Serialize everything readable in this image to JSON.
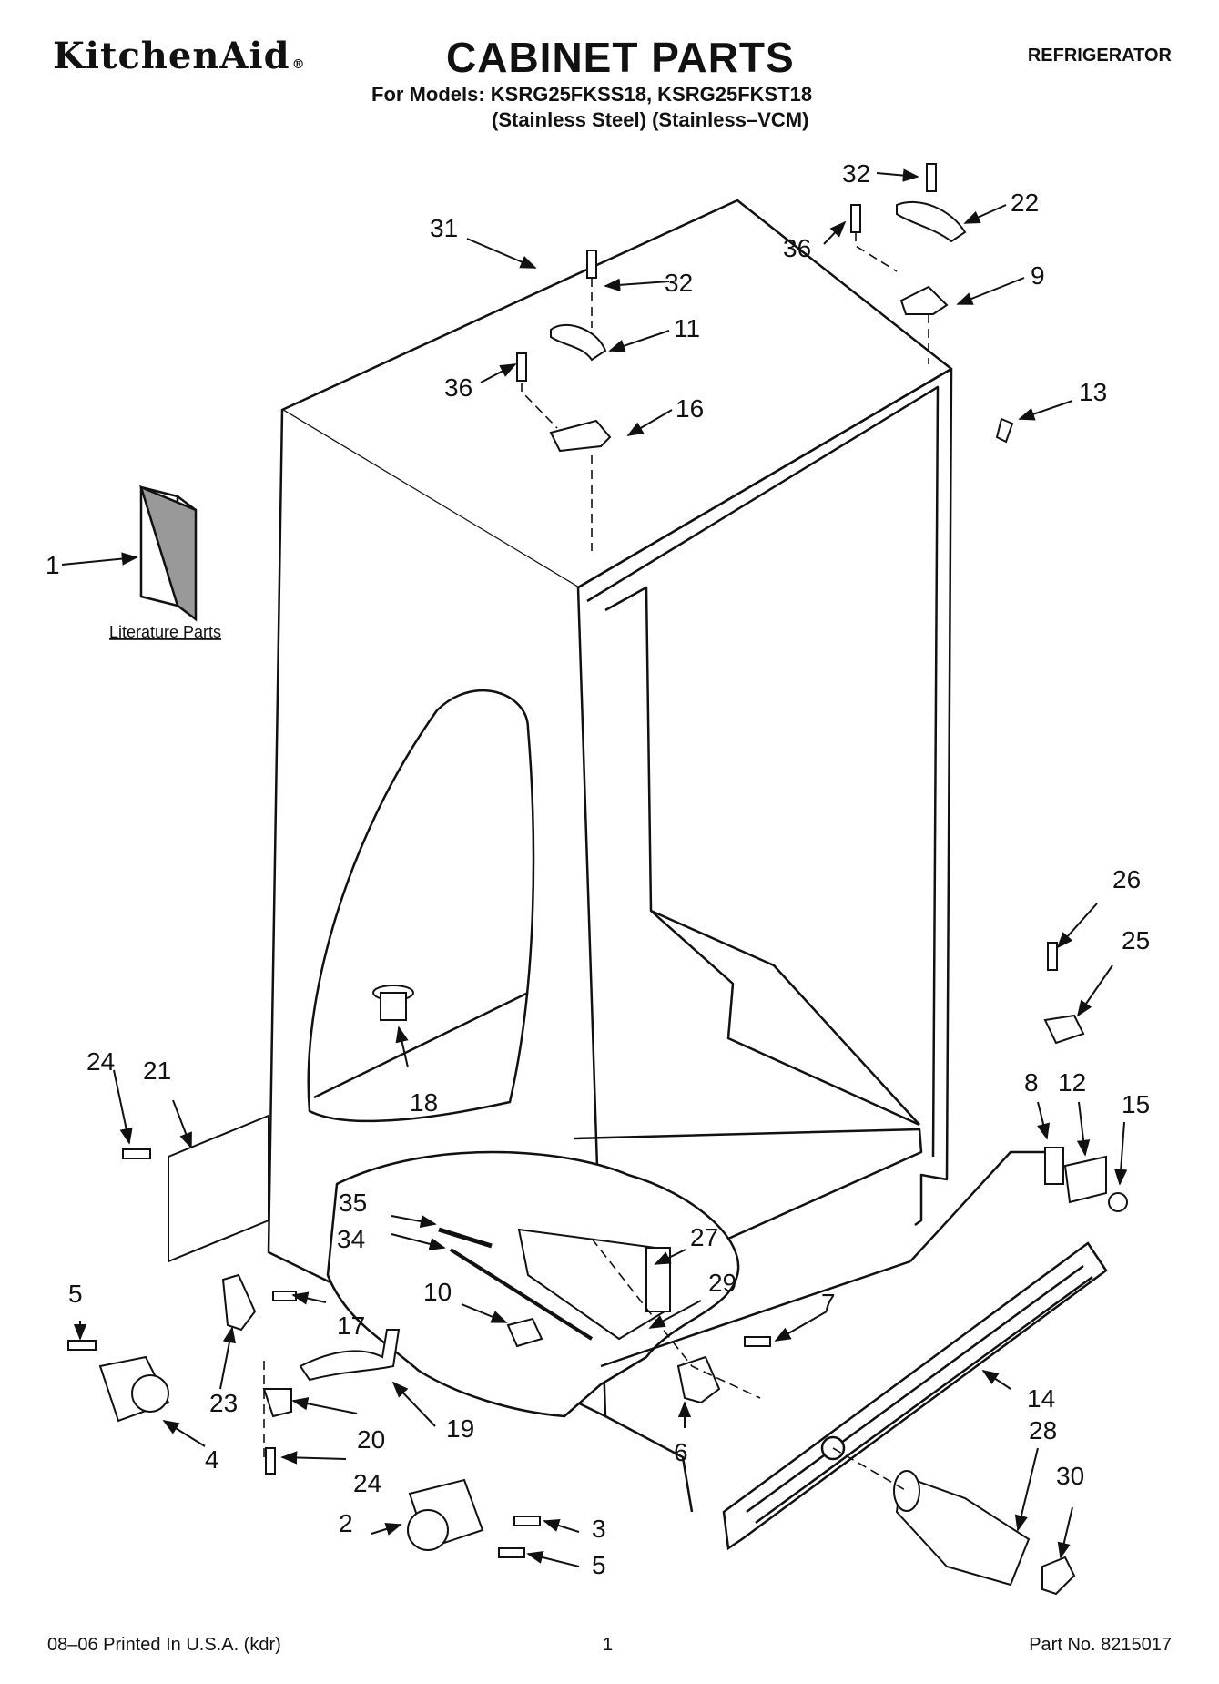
{
  "header": {
    "brand": "KitchenAid",
    "brand_mark": "®",
    "title": "CABINET PARTS",
    "category": "REFRIGERATOR",
    "models_line": "For Models: KSRG25FKSS18, KSRG25FKST18",
    "finish_line": "(Stainless Steel)   (Stainless–VCM)"
  },
  "diagram": {
    "literature_label": "Literature Parts",
    "callouts": {
      "c1": "1",
      "c2": "2",
      "c3": "3",
      "c4": "4",
      "c5a": "5",
      "c5b": "5",
      "c6": "6",
      "c7": "7",
      "c8": "8",
      "c9": "9",
      "c10": "10",
      "c11": "11",
      "c12": "12",
      "c13": "13",
      "c14": "14",
      "c15": "15",
      "c16": "16",
      "c17": "17",
      "c18": "18",
      "c19": "19",
      "c20": "20",
      "c21": "21",
      "c22": "22",
      "c23": "23",
      "c24a": "24",
      "c24b": "24",
      "c25": "25",
      "c26": "26",
      "c27": "27",
      "c28": "28",
      "c29": "29",
      "c30": "30",
      "c31": "31",
      "c32a": "32",
      "c32b": "32",
      "c34": "34",
      "c35": "35",
      "c36a": "36",
      "c36b": "36"
    }
  },
  "footer": {
    "printed": "08–06 Printed In U.S.A. (kdr)",
    "page": "1",
    "part_no": "Part No. 8215017"
  }
}
